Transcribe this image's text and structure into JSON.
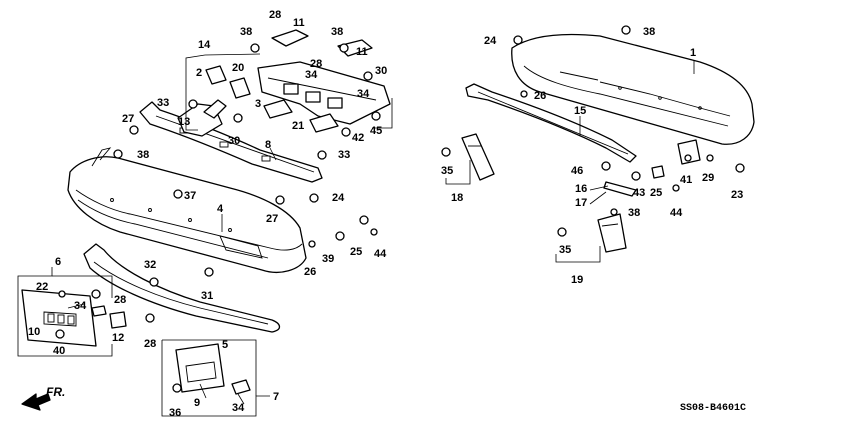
{
  "diagram_code": "SS08-B4601C",
  "direction_label": "FR.",
  "callouts": [
    {
      "id": "c1",
      "text": "1"
    },
    {
      "id": "c2",
      "text": "2"
    },
    {
      "id": "c3",
      "text": "3"
    },
    {
      "id": "c4",
      "text": "4"
    },
    {
      "id": "c5",
      "text": "5"
    },
    {
      "id": "c6",
      "text": "6"
    },
    {
      "id": "c7",
      "text": "7"
    },
    {
      "id": "c8",
      "text": "8"
    },
    {
      "id": "c9",
      "text": "9"
    },
    {
      "id": "c10",
      "text": "10"
    },
    {
      "id": "c11a",
      "text": "11"
    },
    {
      "id": "c11b",
      "text": "11"
    },
    {
      "id": "c12",
      "text": "12"
    },
    {
      "id": "c13",
      "text": "13"
    },
    {
      "id": "c14",
      "text": "14"
    },
    {
      "id": "c15",
      "text": "15"
    },
    {
      "id": "c16",
      "text": "16"
    },
    {
      "id": "c17",
      "text": "17"
    },
    {
      "id": "c18",
      "text": "18"
    },
    {
      "id": "c19",
      "text": "19"
    },
    {
      "id": "c20",
      "text": "20"
    },
    {
      "id": "c21",
      "text": "21"
    },
    {
      "id": "c22",
      "text": "22"
    },
    {
      "id": "c23",
      "text": "23"
    },
    {
      "id": "c24a",
      "text": "24"
    },
    {
      "id": "c24b",
      "text": "24"
    },
    {
      "id": "c25a",
      "text": "25"
    },
    {
      "id": "c25b",
      "text": "25"
    },
    {
      "id": "c26a",
      "text": "26"
    },
    {
      "id": "c26b",
      "text": "26"
    },
    {
      "id": "c27a",
      "text": "27"
    },
    {
      "id": "c27b",
      "text": "27"
    },
    {
      "id": "c28a",
      "text": "28"
    },
    {
      "id": "c28b",
      "text": "28"
    },
    {
      "id": "c28c",
      "text": "28"
    },
    {
      "id": "c28d",
      "text": "28"
    },
    {
      "id": "c29",
      "text": "29"
    },
    {
      "id": "c30a",
      "text": "30"
    },
    {
      "id": "c30b",
      "text": "30"
    },
    {
      "id": "c31",
      "text": "31"
    },
    {
      "id": "c32",
      "text": "32"
    },
    {
      "id": "c33a",
      "text": "33"
    },
    {
      "id": "c33b",
      "text": "33"
    },
    {
      "id": "c34a",
      "text": "34"
    },
    {
      "id": "c34b",
      "text": "34"
    },
    {
      "id": "c34c",
      "text": "34"
    },
    {
      "id": "c34d",
      "text": "34"
    },
    {
      "id": "c35a",
      "text": "35"
    },
    {
      "id": "c35b",
      "text": "35"
    },
    {
      "id": "c36",
      "text": "36"
    },
    {
      "id": "c37",
      "text": "37"
    },
    {
      "id": "c38a",
      "text": "38"
    },
    {
      "id": "c38b",
      "text": "38"
    },
    {
      "id": "c38c",
      "text": "38"
    },
    {
      "id": "c38d",
      "text": "38"
    },
    {
      "id": "c38e",
      "text": "38"
    },
    {
      "id": "c39",
      "text": "39"
    },
    {
      "id": "c40",
      "text": "40"
    },
    {
      "id": "c41",
      "text": "41"
    },
    {
      "id": "c42",
      "text": "42"
    },
    {
      "id": "c43",
      "text": "43"
    },
    {
      "id": "c44a",
      "text": "44"
    },
    {
      "id": "c44b",
      "text": "44"
    },
    {
      "id": "c45",
      "text": "45"
    },
    {
      "id": "c46",
      "text": "46"
    }
  ]
}
